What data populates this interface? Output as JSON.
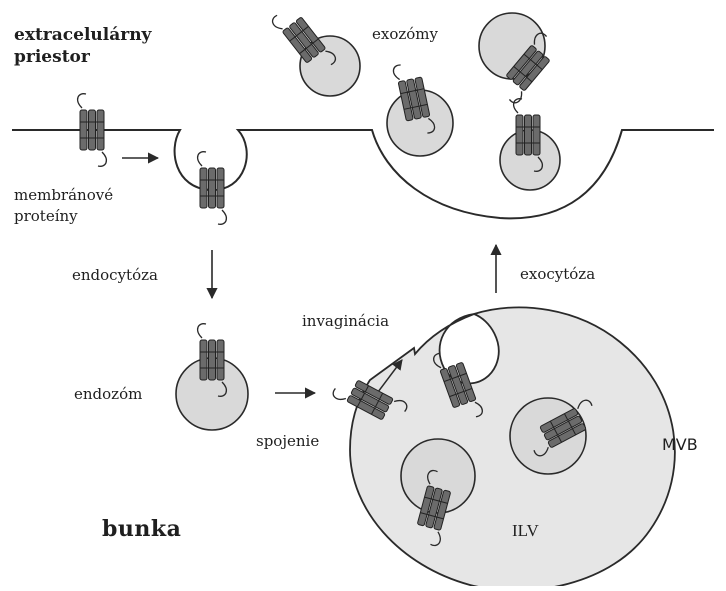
{
  "diagram": {
    "labels": {
      "extracellular_line1": "extracelulárny",
      "extracellular_line2": "priestor",
      "exosomes": "exozómy",
      "membrane_proteins_line1": "membránové",
      "membrane_proteins_line2": "proteíny",
      "endocytosis": "endocytóza",
      "exocytosis": "exocytóza",
      "invagination": "invaginácia",
      "endosome": "endozóm",
      "fusion": "spojenie",
      "mvb": "MVB",
      "cell": "bunka",
      "ilv": "ILV"
    },
    "colors": {
      "outline": "#2a2a2a",
      "vesicle_fill": "#d9d9d9",
      "mvb_fill": "#e6e6e6",
      "protein_fill": "#6b6b6b",
      "background": "#ffffff"
    }
  }
}
